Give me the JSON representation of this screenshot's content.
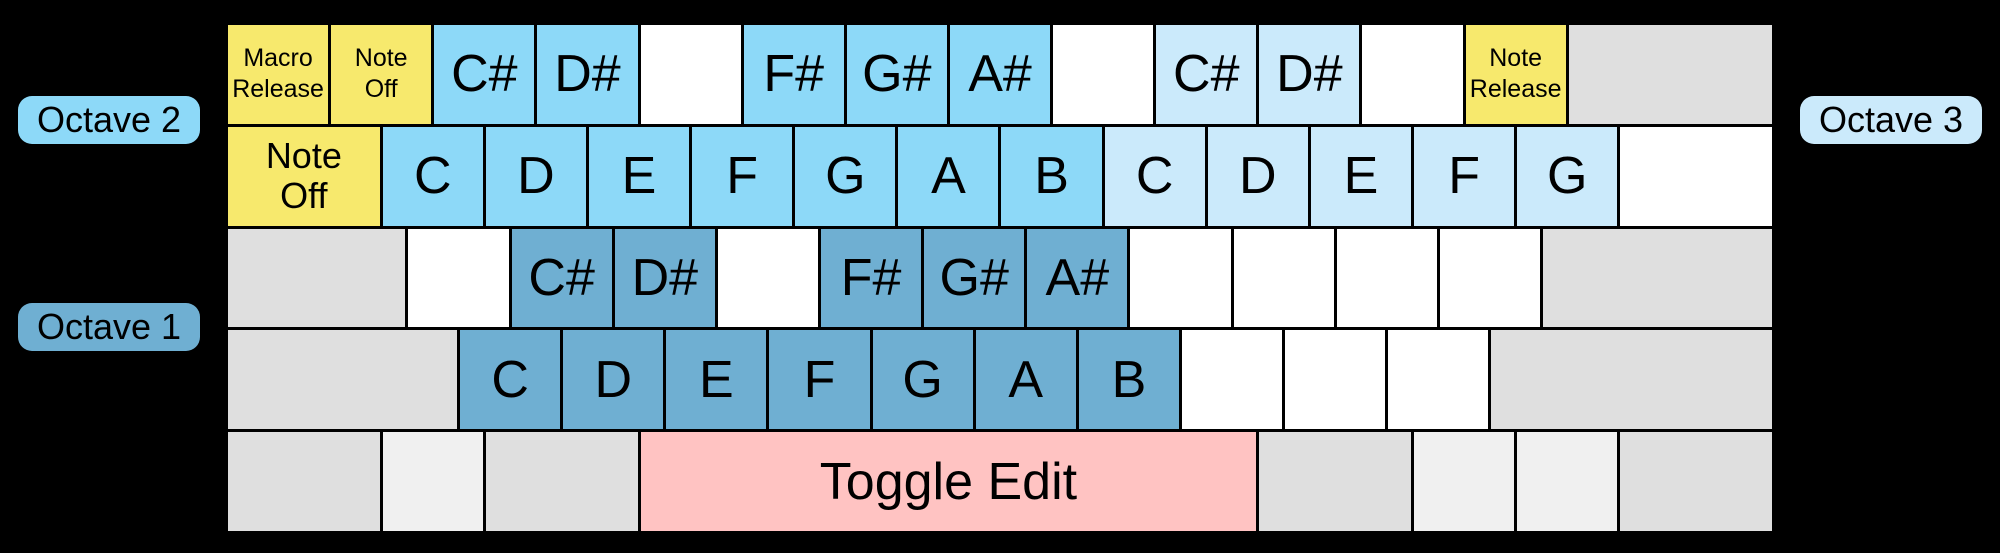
{
  "colors": {
    "background": "#000000",
    "border": "#000000",
    "text": "#000000",
    "yellow": "#F7E96D",
    "octave1_blue": "#6FAFD2",
    "octave2_blue": "#8DD9F8",
    "octave3_blue": "#CBEAFB",
    "white_key": "#FFFFFF",
    "gray_key": "#DFDFDF",
    "light_gray_key": "#F0F0F0",
    "pink": "#FFC3C2"
  },
  "labels": {
    "octave1": "Octave 1",
    "octave2": "Octave 2",
    "octave3": "Octave 3"
  },
  "keyboard": {
    "rows": [
      {
        "keys": [
          {
            "name": "key-macro-release",
            "label": "Macro\nRelease",
            "span": 4,
            "type": "yellow",
            "text": "small"
          },
          {
            "name": "key-note-off",
            "label": "Note\nOff",
            "span": 4,
            "type": "yellow",
            "text": "small"
          },
          {
            "name": "key-csharp-octave2",
            "label": "C#",
            "span": 4,
            "type": "oct2",
            "text": "note"
          },
          {
            "name": "key-dsharp-octave2",
            "label": "D#",
            "span": 4,
            "type": "oct2",
            "text": "note"
          },
          {
            "name": "key-unassigned-white",
            "label": "",
            "span": 4,
            "type": "blank"
          },
          {
            "name": "key-fsharp-octave2",
            "label": "F#",
            "span": 4,
            "type": "oct2",
            "text": "note"
          },
          {
            "name": "key-gsharp-octave2",
            "label": "G#",
            "span": 4,
            "type": "oct2",
            "text": "note"
          },
          {
            "name": "key-asharp-octave2",
            "label": "A#",
            "span": 4,
            "type": "oct2",
            "text": "note"
          },
          {
            "name": "key-unassigned-white",
            "label": "",
            "span": 4,
            "type": "blank"
          },
          {
            "name": "key-csharp-octave3",
            "label": "C#",
            "span": 4,
            "type": "oct3",
            "text": "note"
          },
          {
            "name": "key-dsharp-octave3",
            "label": "D#",
            "span": 4,
            "type": "oct3",
            "text": "note"
          },
          {
            "name": "key-unassigned-white",
            "label": "",
            "span": 4,
            "type": "blank"
          },
          {
            "name": "key-note-release",
            "label": "Note\nRelease",
            "span": 4,
            "type": "yellow",
            "text": "small"
          },
          {
            "name": "key-backspace-unassigned",
            "label": "",
            "span": 8,
            "type": "gray"
          }
        ]
      },
      {
        "keys": [
          {
            "name": "key-tab-note-off",
            "label": "Note\nOff",
            "span": 6,
            "type": "yellow",
            "text": "medium"
          },
          {
            "name": "key-c-octave2",
            "label": "C",
            "span": 4,
            "type": "oct2",
            "text": "note"
          },
          {
            "name": "key-d-octave2",
            "label": "D",
            "span": 4,
            "type": "oct2",
            "text": "note"
          },
          {
            "name": "key-e-octave2",
            "label": "E",
            "span": 4,
            "type": "oct2",
            "text": "note"
          },
          {
            "name": "key-f-octave2",
            "label": "F",
            "span": 4,
            "type": "oct2",
            "text": "note"
          },
          {
            "name": "key-g-octave2",
            "label": "G",
            "span": 4,
            "type": "oct2",
            "text": "note"
          },
          {
            "name": "key-a-octave2",
            "label": "A",
            "span": 4,
            "type": "oct2",
            "text": "note"
          },
          {
            "name": "key-b-octave2",
            "label": "B",
            "span": 4,
            "type": "oct2",
            "text": "note"
          },
          {
            "name": "key-c-octave3",
            "label": "C",
            "span": 4,
            "type": "oct3",
            "text": "note"
          },
          {
            "name": "key-d-octave3",
            "label": "D",
            "span": 4,
            "type": "oct3",
            "text": "note"
          },
          {
            "name": "key-e-octave3",
            "label": "E",
            "span": 4,
            "type": "oct3",
            "text": "note"
          },
          {
            "name": "key-f-octave3",
            "label": "F",
            "span": 4,
            "type": "oct3",
            "text": "note"
          },
          {
            "name": "key-g-octave3",
            "label": "G",
            "span": 4,
            "type": "oct3",
            "text": "note"
          },
          {
            "name": "key-unassigned-white",
            "label": "",
            "span": 6,
            "type": "blank"
          }
        ]
      },
      {
        "keys": [
          {
            "name": "key-caps-lock-unassigned",
            "label": "",
            "span": 7,
            "type": "gray"
          },
          {
            "name": "key-unassigned-white",
            "label": "",
            "span": 4,
            "type": "blank"
          },
          {
            "name": "key-csharp-octave1",
            "label": "C#",
            "span": 4,
            "type": "oct1",
            "text": "note"
          },
          {
            "name": "key-dsharp-octave1",
            "label": "D#",
            "span": 4,
            "type": "oct1",
            "text": "note"
          },
          {
            "name": "key-unassigned-white",
            "label": "",
            "span": 4,
            "type": "blank"
          },
          {
            "name": "key-fsharp-octave1",
            "label": "F#",
            "span": 4,
            "type": "oct1",
            "text": "note"
          },
          {
            "name": "key-gsharp-octave1",
            "label": "G#",
            "span": 4,
            "type": "oct1",
            "text": "note"
          },
          {
            "name": "key-asharp-octave1",
            "label": "A#",
            "span": 4,
            "type": "oct1",
            "text": "note"
          },
          {
            "name": "key-unassigned-white",
            "label": "",
            "span": 4,
            "type": "blank"
          },
          {
            "name": "key-unassigned-white",
            "label": "",
            "span": 4,
            "type": "blank"
          },
          {
            "name": "key-unassigned-white",
            "label": "",
            "span": 4,
            "type": "blank"
          },
          {
            "name": "key-unassigned-white",
            "label": "",
            "span": 4,
            "type": "blank"
          },
          {
            "name": "key-enter-unassigned",
            "label": "",
            "span": 9,
            "type": "gray"
          }
        ]
      },
      {
        "keys": [
          {
            "name": "key-shift-left-unassigned",
            "label": "",
            "span": 9,
            "type": "gray"
          },
          {
            "name": "key-c-octave1",
            "label": "C",
            "span": 4,
            "type": "oct1",
            "text": "note"
          },
          {
            "name": "key-d-octave1",
            "label": "D",
            "span": 4,
            "type": "oct1",
            "text": "note"
          },
          {
            "name": "key-e-octave1",
            "label": "E",
            "span": 4,
            "type": "oct1",
            "text": "note"
          },
          {
            "name": "key-f-octave1",
            "label": "F",
            "span": 4,
            "type": "oct1",
            "text": "note"
          },
          {
            "name": "key-g-octave1",
            "label": "G",
            "span": 4,
            "type": "oct1",
            "text": "note"
          },
          {
            "name": "key-a-octave1",
            "label": "A",
            "span": 4,
            "type": "oct1",
            "text": "note"
          },
          {
            "name": "key-b-octave1",
            "label": "B",
            "span": 4,
            "type": "oct1",
            "text": "note"
          },
          {
            "name": "key-unassigned-white",
            "label": "",
            "span": 4,
            "type": "blank"
          },
          {
            "name": "key-unassigned-white",
            "label": "",
            "span": 4,
            "type": "blank"
          },
          {
            "name": "key-unassigned-white",
            "label": "",
            "span": 4,
            "type": "blank"
          },
          {
            "name": "key-shift-right-unassigned",
            "label": "",
            "span": 11,
            "type": "gray"
          }
        ]
      },
      {
        "keys": [
          {
            "name": "key-ctrl-left-unassigned",
            "label": "",
            "span": 6,
            "type": "gray"
          },
          {
            "name": "key-win-left-unassigned",
            "label": "",
            "span": 4,
            "type": "graylight"
          },
          {
            "name": "key-alt-left-unassigned",
            "label": "",
            "span": 6,
            "type": "gray"
          },
          {
            "name": "key-space-toggle-edit",
            "label": "Toggle Edit",
            "span": 24,
            "type": "pink",
            "text": "large"
          },
          {
            "name": "key-alt-right-unassigned",
            "label": "",
            "span": 6,
            "type": "gray"
          },
          {
            "name": "key-win-right-unassigned",
            "label": "",
            "span": 4,
            "type": "graylight"
          },
          {
            "name": "key-menu-unassigned",
            "label": "",
            "span": 4,
            "type": "graylight"
          },
          {
            "name": "key-ctrl-right-unassigned",
            "label": "",
            "span": 6,
            "type": "gray"
          }
        ]
      }
    ]
  }
}
